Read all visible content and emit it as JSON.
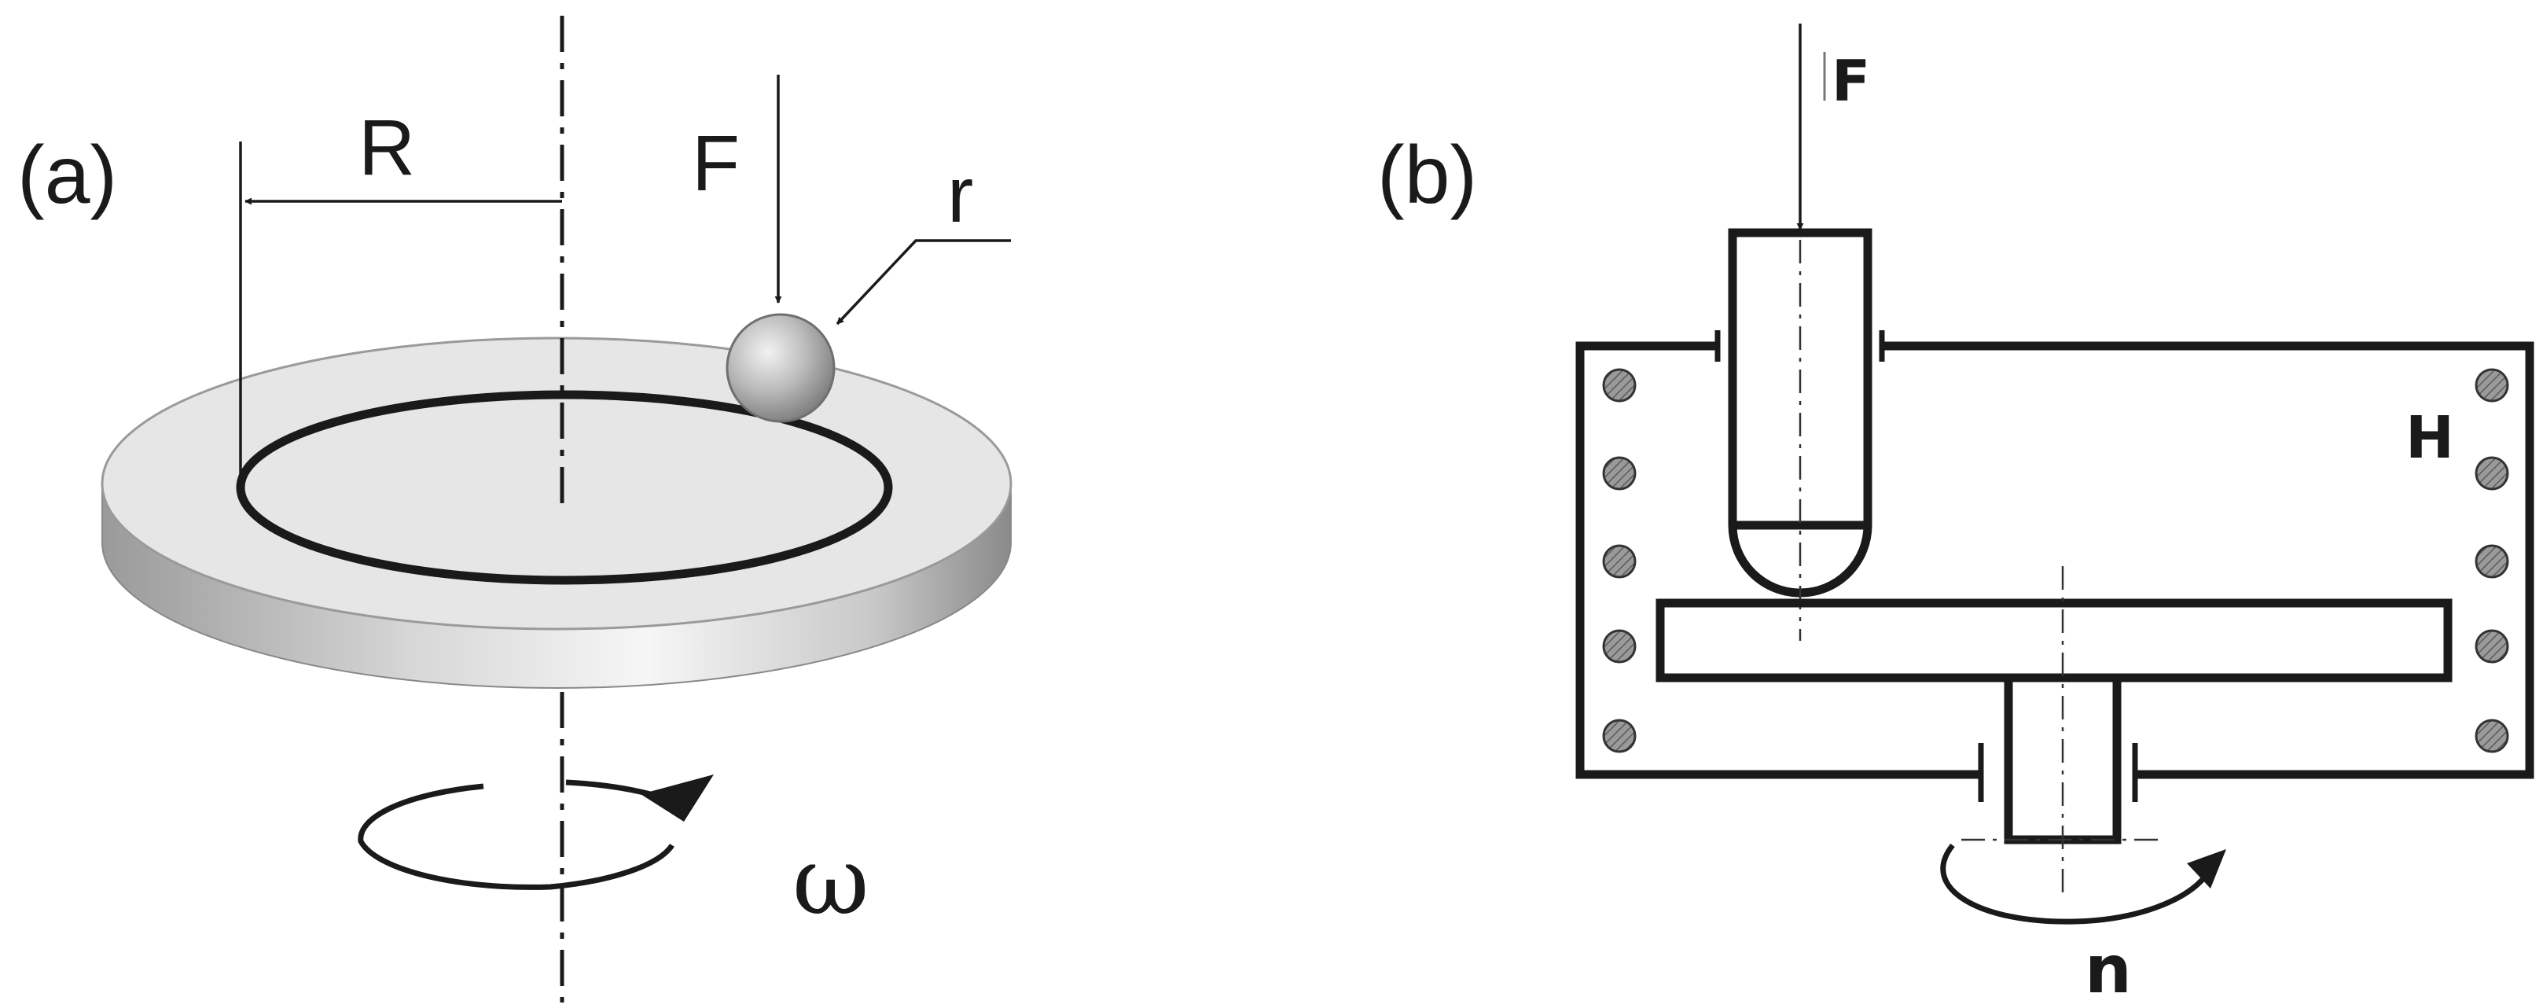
{
  "panel_a": {
    "label": "(a)",
    "radius_label": "R",
    "force_label": "F",
    "ball_radius_label": "r",
    "rotation_label": "ω"
  },
  "panel_b": {
    "label": "(b)",
    "force_label": "F",
    "heater_label": "H",
    "rotation_label": "n"
  },
  "colors": {
    "line": "#1a1a1a",
    "disk_top": "#e6e6e6",
    "disk_edge_light": "#f4f4f4",
    "disk_edge_dark": "#8a8a8a",
    "ball": "#b0b0b0",
    "heater_dot": "#8c8c8c"
  }
}
